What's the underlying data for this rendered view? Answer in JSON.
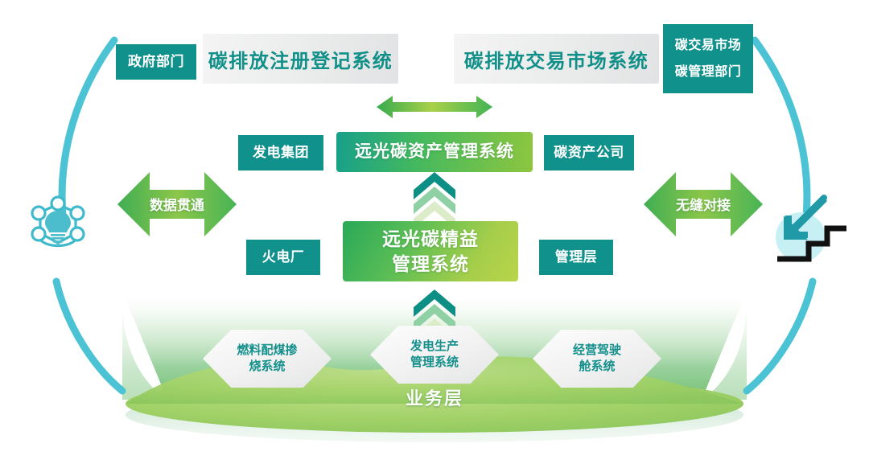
{
  "diagram": {
    "title_row": {
      "left_actor": "政府部门",
      "left_system": "碳排放注册登记系统",
      "right_system": "碳排放交易市场系统",
      "right_actor_line1": "碳交易市场",
      "right_actor_line2": "碳管理部门"
    },
    "middle_row": {
      "left_actor": "发电集团",
      "center_system": "远光碳资产管理系统",
      "right_actor": "碳资产公司"
    },
    "core_row": {
      "left_actor": "火电厂",
      "center_system_line1": "远光碳精益",
      "center_system_line2": "管理系统",
      "right_actor": "管理层"
    },
    "side_arrows": {
      "left_label": "数据贯通",
      "right_label": "无缝对接"
    },
    "business_layer": {
      "label": "业务层",
      "tiles": [
        {
          "line1": "燃料配煤掺",
          "line2": "烧系统"
        },
        {
          "line1": "发电生产",
          "line2": "管理系统"
        },
        {
          "line1": "经营驾驶",
          "line2": "舱系统"
        }
      ]
    },
    "decor_icons": {
      "left": "network-lightbulb-icon",
      "right": "stairs-arrow-icon",
      "top_connector": "double-headed-horizontal-arrow-icon",
      "chevron_up_upper": "triple-chevron-up-icon",
      "chevron_up_lower": "triple-chevron-up-icon",
      "arc_top_left": "arc-decoration-icon",
      "arc_bottom_left": "arc-decoration-icon",
      "arc_top_right": "arc-decoration-icon",
      "arc_bottom_right": "arc-decoration-icon"
    },
    "colors": {
      "teal": "#11918c",
      "teal_text": "#119089",
      "green_light": "#8dc63f",
      "green_mid": "#45b95e",
      "green_dark": "#17a08a",
      "cyan": "#45bfd2",
      "gray_bar": "#eceded",
      "platform_green": "#9ccc63"
    }
  }
}
